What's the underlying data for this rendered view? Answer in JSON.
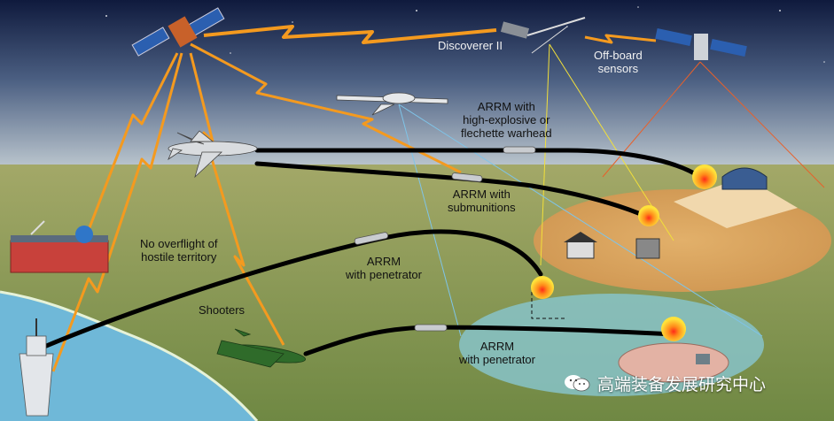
{
  "labels": {
    "discoverer": "Discoverer II",
    "offboard_line1": "Off-board",
    "offboard_line2": "sensors",
    "arrm_he_line1": "ARRM with",
    "arrm_he_line2": "high-explosive or",
    "arrm_he_line3": "flechette warhead",
    "arrm_sub_line1": "ARRM with",
    "arrm_sub_line2": "submunitions",
    "no_overflight_line1": "No overflight of",
    "no_overflight_line2": "hostile territory",
    "arrm_pen1_line1": "ARRM",
    "arrm_pen1_line2": "with penetrator",
    "shooters": "Shooters",
    "arrm_pen2_line1": "ARRM",
    "arrm_pen2_line2": "with penetrator"
  },
  "watermark": {
    "text": "高端装备发展研究中心",
    "icon": "wechat-icon"
  },
  "colors": {
    "sky_top": "#0f1a3d",
    "sky_horizon": "#c7d1d6",
    "ground": "#8f9a56",
    "sea": "#6fb8d8",
    "datalink": "#f49a1f",
    "missile_track": "#000000",
    "target_zone": "#d9a561",
    "target_zone_2": "#87c3c9"
  }
}
